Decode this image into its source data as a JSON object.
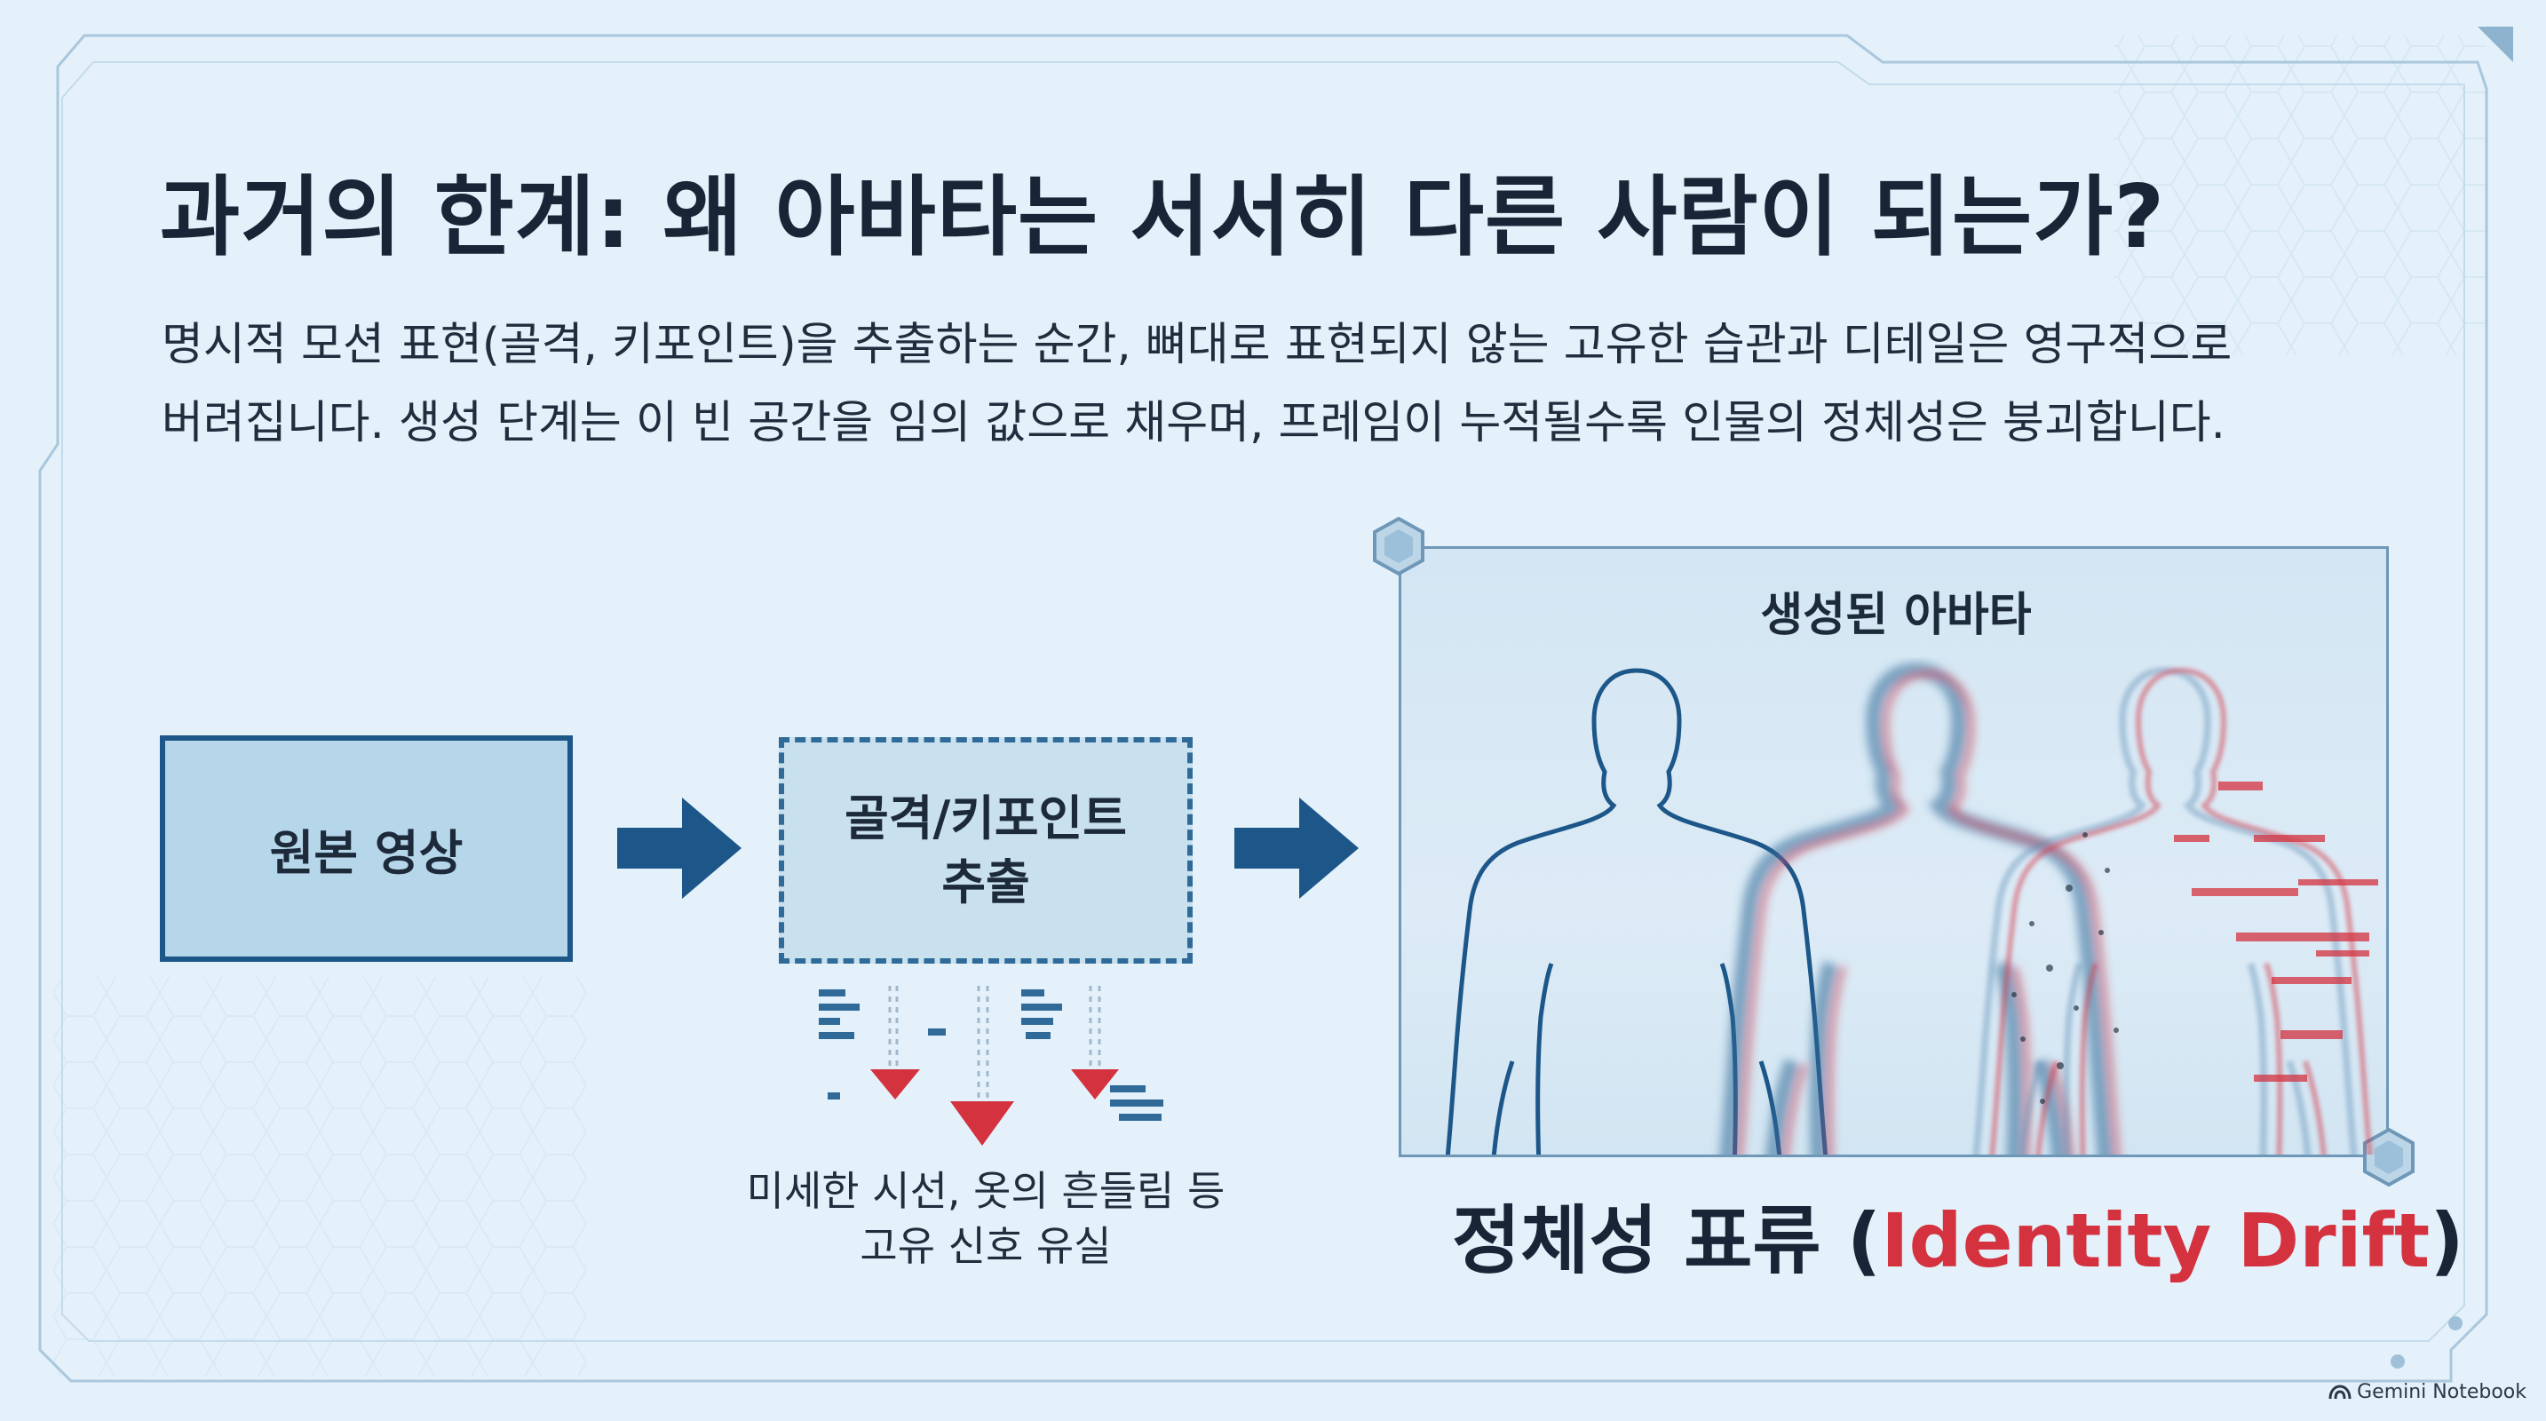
{
  "title": "과거의 한계: 왜 아바타는 서서히 다른 사람이 되는가?",
  "description": {
    "line1": "명시적 모션 표현(골격, 키포인트)을 추출하는 순간, 뼈대로 표현되지 않는 고유한 습관과 디테일은 영구적으로",
    "line2": "버려집니다. 생성 단계는 이 빈 공간을 임의 값으로 채우며, 프레임이 누적될수록 인물의 정체성은 붕괴합니다."
  },
  "flow": {
    "step1": "원본 영상",
    "step2_line1": "골격/키포인트",
    "step2_line2": "추출",
    "loss_line1": "미세한 시선, 옷의 흔들림 등",
    "loss_line2": "고유 신호 유실"
  },
  "output": {
    "panel_label": "생성된 아바타",
    "drift_prefix": "정체성 표류 (",
    "drift_highlight": "Identity Drift",
    "drift_suffix": ")"
  },
  "footer": {
    "brand": "Gemini Notebook",
    "icon": "notebook-logo-icon"
  },
  "colors": {
    "background": "#e4f1fa",
    "primary_blue": "#1d5688",
    "accent_red": "#d4323f",
    "text": "#172536"
  }
}
